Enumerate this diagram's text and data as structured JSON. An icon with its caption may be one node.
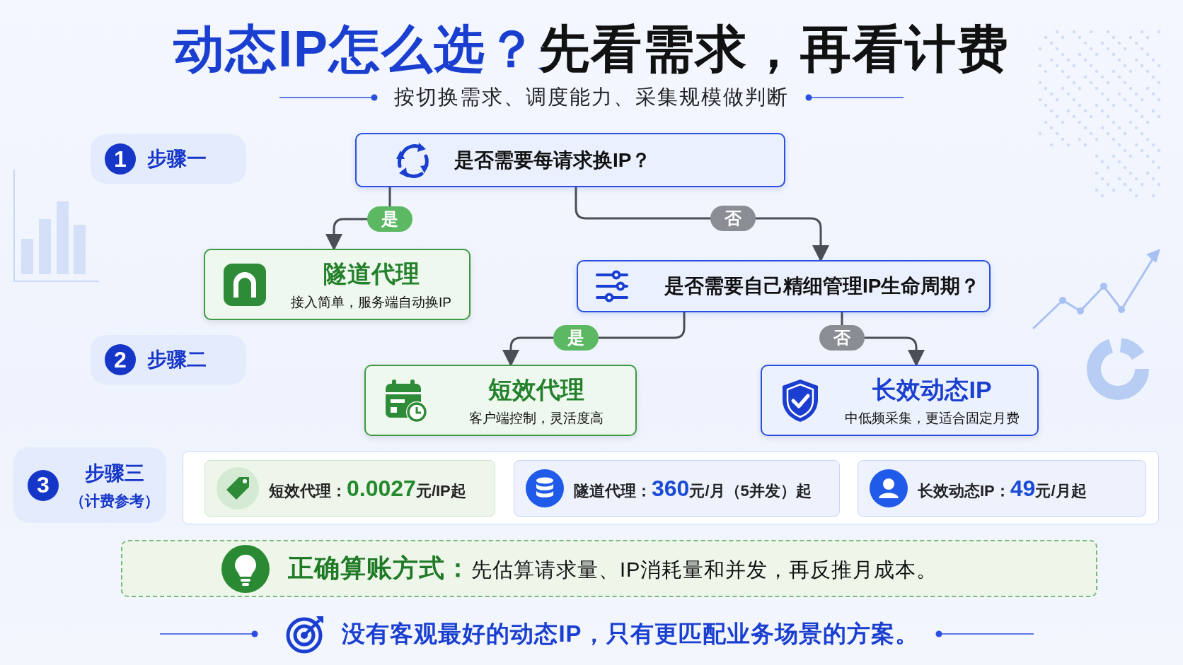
{
  "diagram": {
    "title": "动态IP怎么选？先看需求，再看计费",
    "nodes": [
      {
        "text": [
          "1",
          "步骤一"
        ]
      },
      {
        "text": [
          "是否需要每请求换IP？"
        ]
      },
      {
        "text": [
          "隧道代理",
          "接入简单，服务端自动换IP"
        ]
      },
      {
        "text": [
          "是否需要自己精细管理IP生命周期？"
        ]
      },
      {
        "text": [
          "2",
          "步骤二"
        ]
      },
      {
        "text": [
          "短效代理",
          "客户端控制，灵活度高"
        ]
      },
      {
        "text": [
          "长效动态IP",
          "中低频采集，更适合固定月费"
        ]
      },
      {
        "text": [
          "3",
          "步骤三",
          "（计费参考）"
        ]
      },
      {
        "text": [],
        "shape": "box"
      },
      {
        "text": [
          "短效代理：**0.0027**元/IP起"
        ],
        "in": 8
      },
      {
        "text": [
          "隧道代理：**360**元/月（5并发）起"
        ],
        "in": 8
      },
      {
        "text": [
          "长效动态IP：**49**元/月起"
        ],
        "in": 8
      },
      {
        "text": [
          "**正确算账方式：**先估算请求量、IP消耗量和并发，再反推月成本。"
        ]
      }
    ],
    "edges": [
      {
        "from": 1,
        "to": 2,
        "arrow": "to",
        "label": "是"
      },
      {
        "from": 1,
        "to": 3,
        "arrow": "to",
        "label": "否"
      },
      {
        "from": 3,
        "to": 5,
        "arrow": "to",
        "label": "是"
      },
      {
        "from": 3,
        "to": 6,
        "arrow": "to",
        "label": "否"
      }
    ],
    "labels": [
      "按切换需求、调度能力、采集规模做判断",
      "没有客观最好的动态IP，只有更匹配业务场景的方案。"
    ]
  }
}
